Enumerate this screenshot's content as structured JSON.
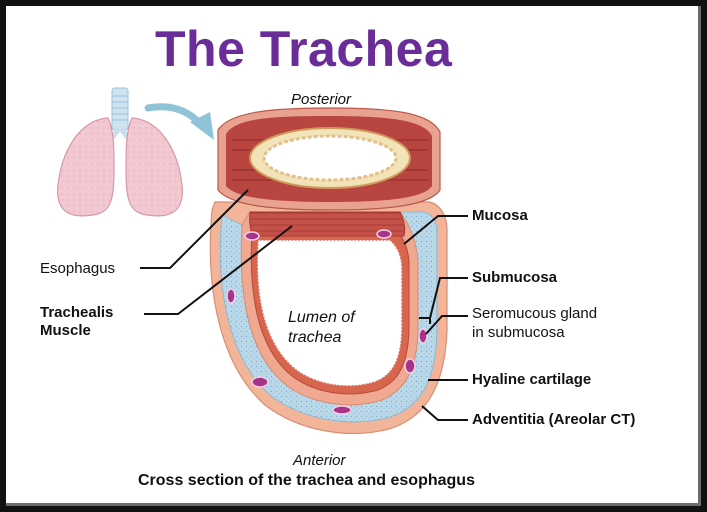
{
  "title": "The Trachea",
  "orientation": {
    "posterior": "Posterior",
    "anterior": "Anterior"
  },
  "lumen_label": {
    "line1": "Lumen of",
    "line2": "trachea"
  },
  "labels": {
    "esophagus": "Esophagus",
    "trachealis_line1": "Trachealis",
    "trachealis_line2": "Muscle",
    "mucosa": "Mucosa",
    "submucosa": "Submucosa",
    "seromucous_line1": "Seromucous gland",
    "seromucous_line2": "in submucosa",
    "hyaline": "Hyaline cartilage",
    "adventitia": "Adventitia (Areolar CT)"
  },
  "caption": "Cross section of the trachea and esophagus",
  "colors": {
    "title": "#6a2c98",
    "esophagus_muscle": "#b8453f",
    "cartilage": "#bcd9ea",
    "adventitia": "#f2b59a",
    "gland": "#a8348a",
    "lung": "#f2c6cf",
    "arrow": "#8fc4d8"
  }
}
